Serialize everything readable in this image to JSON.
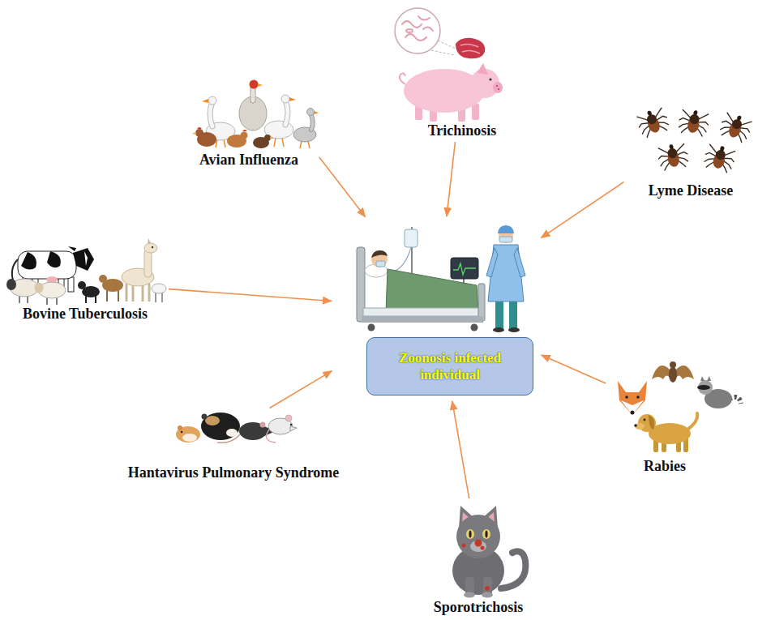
{
  "diagram": {
    "nodes": [
      {
        "text": [
          "Trichinosis"
        ]
      },
      {
        "text": [
          "Avian Influenza"
        ]
      },
      {
        "text": [
          "Lyme Disease"
        ]
      },
      {
        "text": [
          "Bovine Tuberculosis"
        ]
      },
      {
        "text": [
          "Zoonosis infected individual"
        ]
      },
      {
        "text": [
          "Hantavirus Pulmonary Syndrome"
        ]
      },
      {
        "text": [
          "Rabies"
        ]
      },
      {
        "text": [
          "Sporotrichosis"
        ]
      }
    ],
    "edges": [
      {
        "from": 0,
        "to": 4,
        "arrow": "to"
      },
      {
        "from": 1,
        "to": 4,
        "arrow": "to"
      },
      {
        "from": 2,
        "to": 4,
        "arrow": "to"
      },
      {
        "from": 3,
        "to": 4,
        "arrow": "to"
      },
      {
        "from": 5,
        "to": 4,
        "arrow": "to"
      },
      {
        "from": 6,
        "to": 4,
        "arrow": "to"
      },
      {
        "from": 7,
        "to": 4,
        "arrow": "to"
      }
    ]
  }
}
